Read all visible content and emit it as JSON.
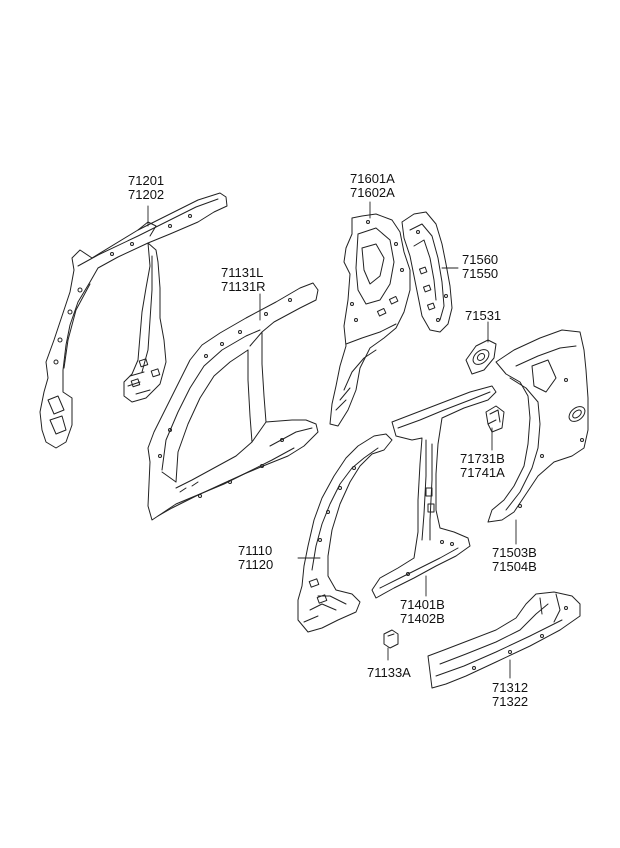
{
  "colors": {
    "line": "#222222",
    "background": "#ffffff",
    "text": "#111111"
  },
  "labels": {
    "part_71201": [
      "71201",
      "71202"
    ],
    "part_71131": [
      "71131L",
      "71131R"
    ],
    "part_71601": [
      "71601A",
      "71602A"
    ],
    "part_71560": [
      "71560",
      "71550"
    ],
    "part_71531": [
      "71531"
    ],
    "part_71731": [
      "71731B",
      "71741A"
    ],
    "part_71110": [
      "71110",
      "71120"
    ],
    "part_71401": [
      "71401B",
      "71402B"
    ],
    "part_71503": [
      "71503B",
      "71504B"
    ],
    "part_71133": [
      "71133A"
    ],
    "part_71312": [
      "71312",
      "71322"
    ]
  }
}
